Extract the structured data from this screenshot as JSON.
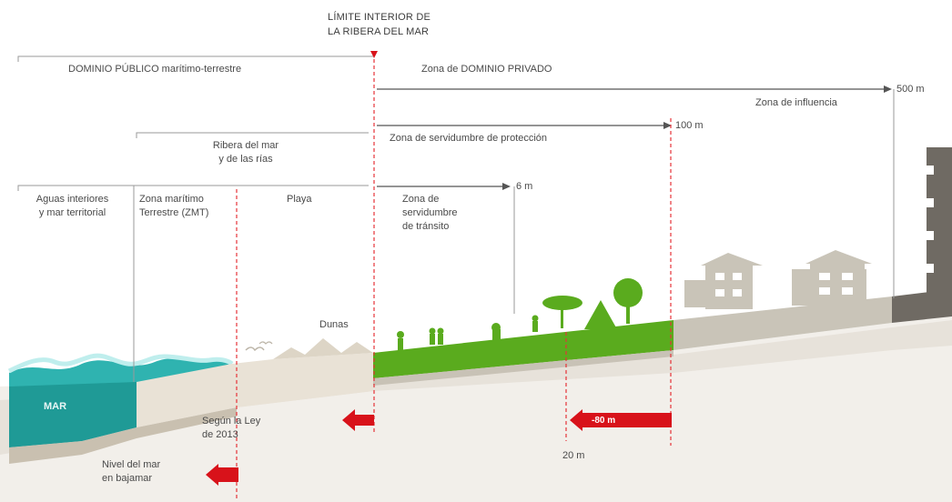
{
  "header": {
    "line1": "LÍMITE INTERIOR DE",
    "line2": "LA RIBERA DEL MAR"
  },
  "zones": {
    "dominio_publico": "DOMINIO PÚBLICO marítimo-terrestre",
    "dominio_privado": "Zona de DOMINIO PRIVADO",
    "zona_influencia": "Zona de influencia",
    "servidumbre_proteccion": "Zona de servidumbre de protección",
    "ribera_line1": "Ribera del mar",
    "ribera_line2": "y de las rías",
    "aguas_line1": "Aguas interiores",
    "aguas_line2": "y mar territorial",
    "zmt_line1": "Zona marítimo",
    "zmt_line2": "Terrestre (ZMT)",
    "playa": "Playa",
    "transito_line1": "Zona de",
    "transito_line2": "servidumbre",
    "transito_line3": "de tránsito",
    "dunas": "Dunas",
    "mar": "MAR"
  },
  "distances": {
    "d500": "500 m",
    "d100": "100 m",
    "d6": "6 m",
    "d20": "20 m",
    "reduction": "-80 m"
  },
  "notes": {
    "ley_line1": "Según la Ley",
    "ley_line2": "de 2013",
    "nivel_line1": "Nivel del mar",
    "nivel_line2": "en bajamar"
  },
  "colors": {
    "sea": "#2fb3b0",
    "sea_dark": "#1c8e8b",
    "sand": "#e9e2d6",
    "green": "#5aab1e",
    "houses": "#c9c4b8",
    "building": "#6f6a63",
    "red": "#d8121a"
  }
}
